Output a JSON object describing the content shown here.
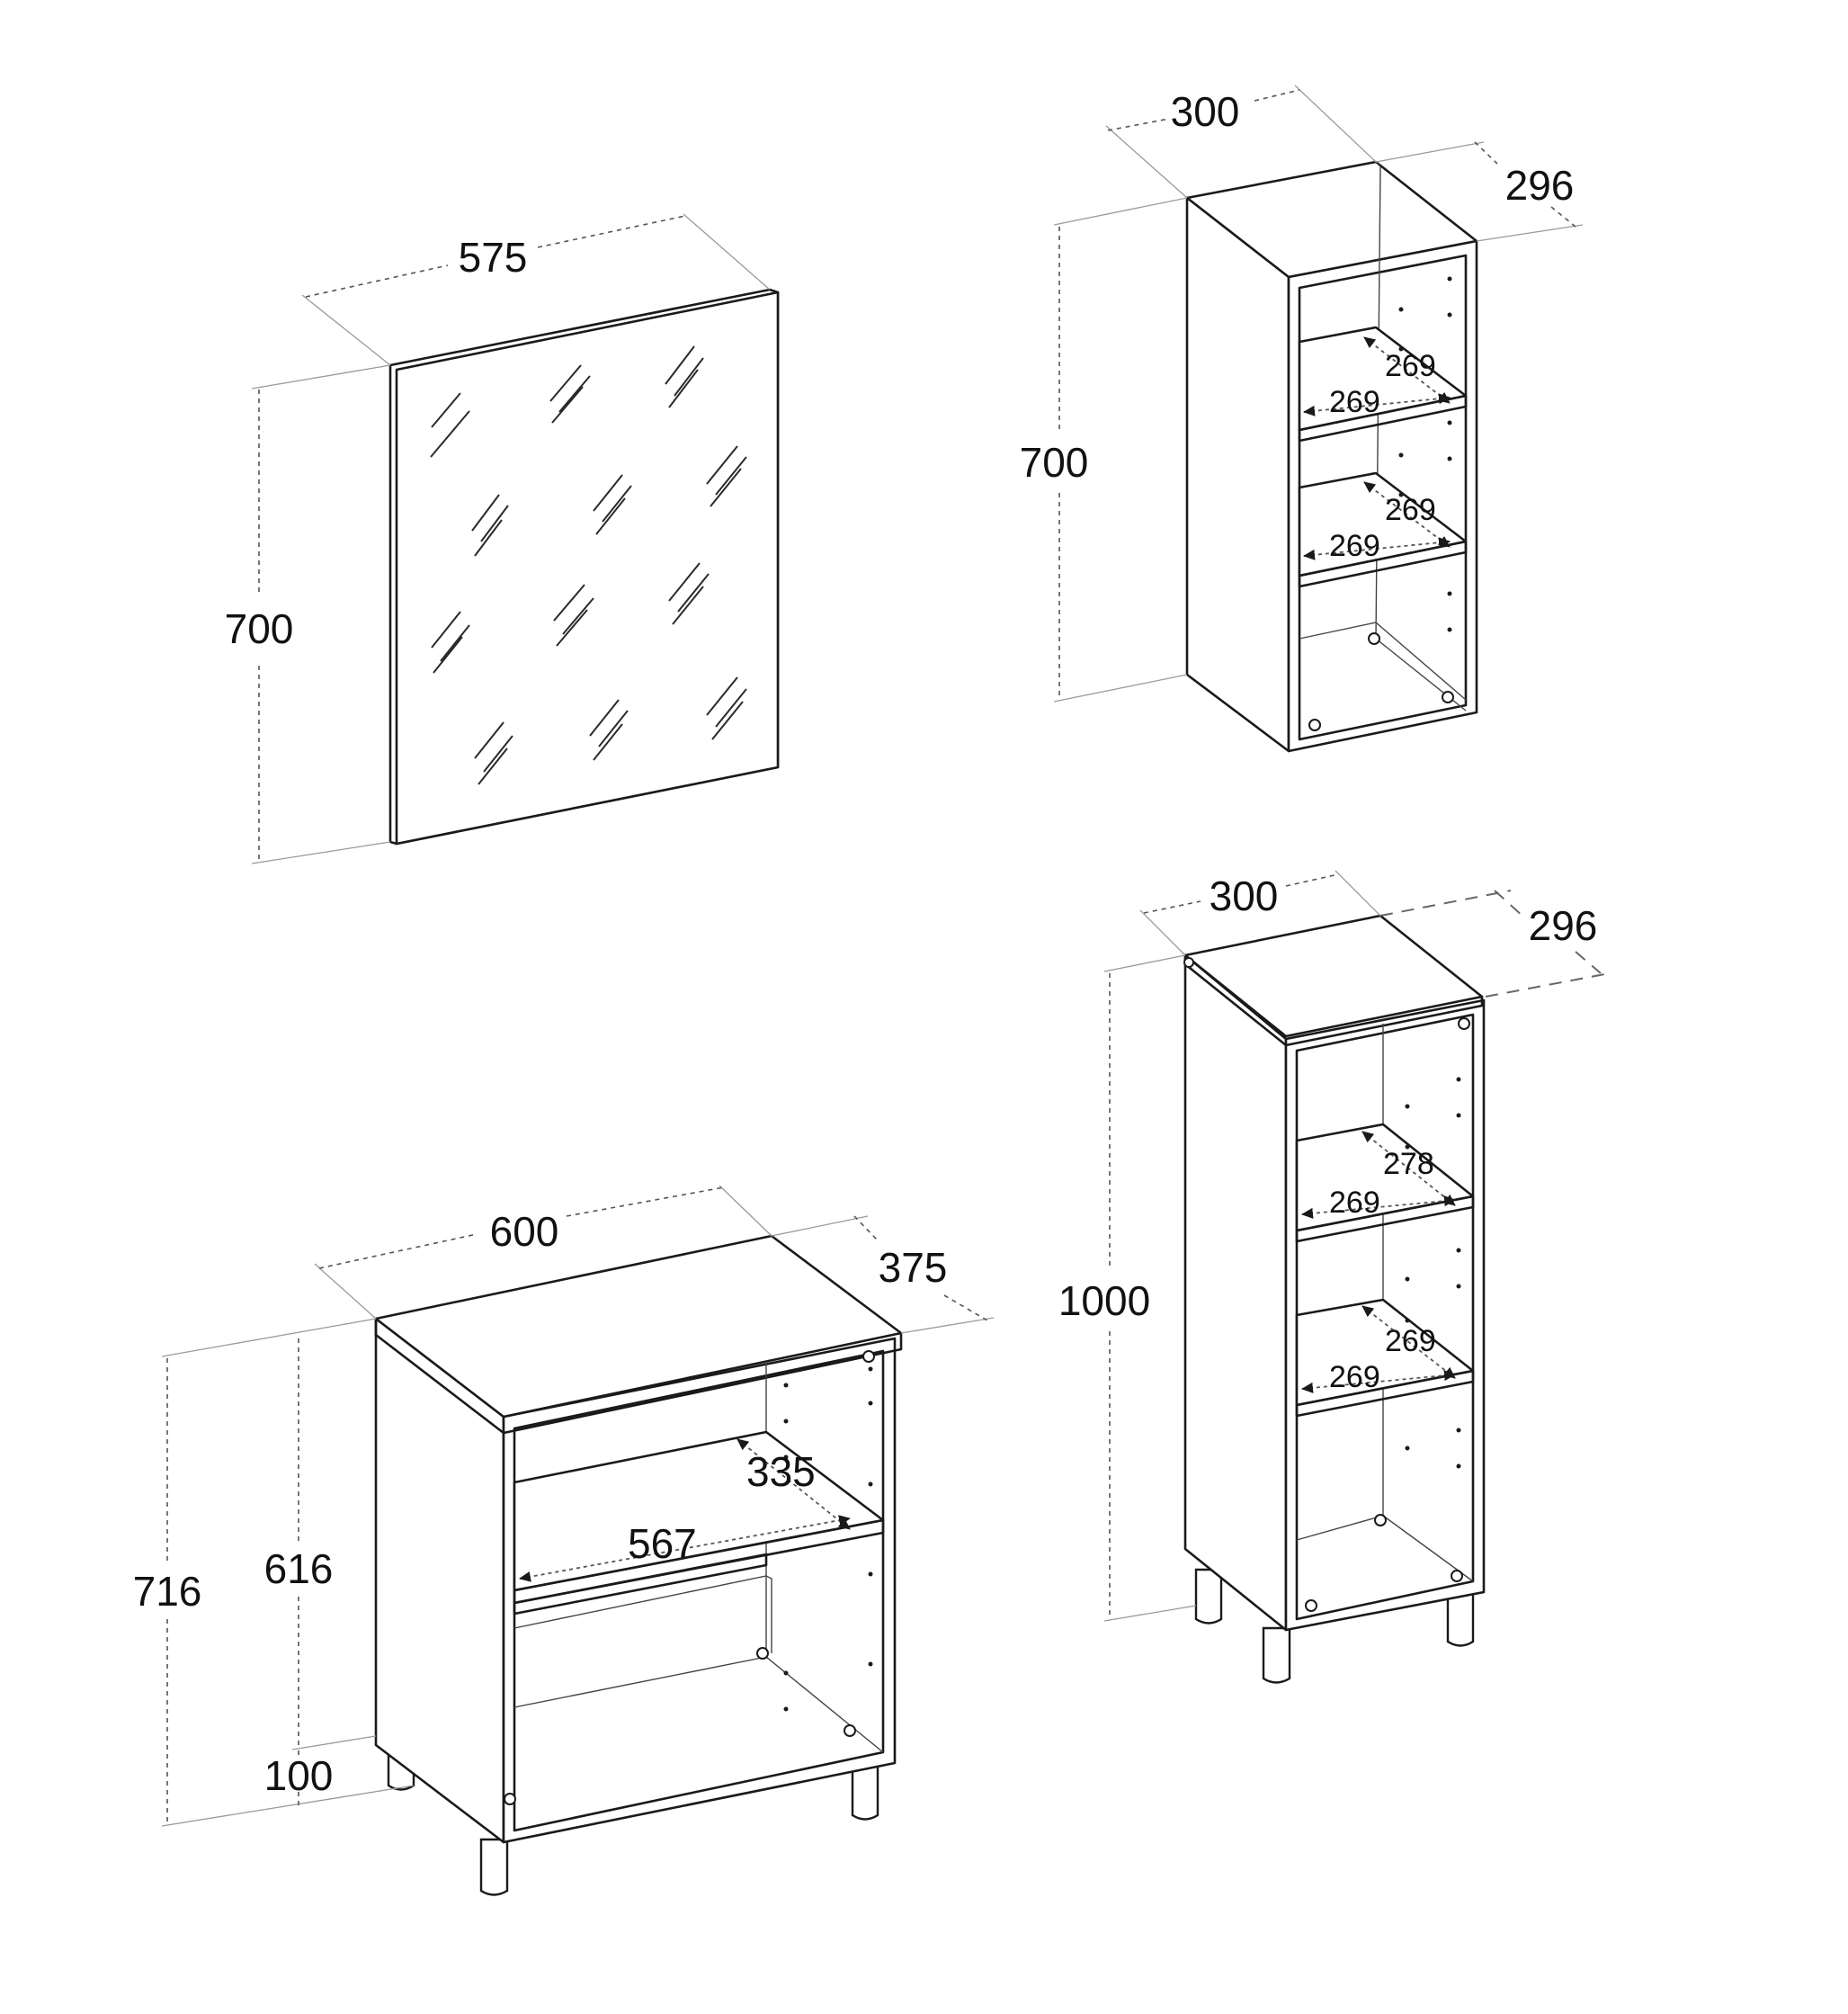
{
  "mirror": {
    "width": "575",
    "height": "700"
  },
  "wall_cabinet": {
    "width": "300",
    "depth": "296",
    "height": "700",
    "shelf1_depth": "269",
    "shelf1_width": "269",
    "shelf2_depth": "269",
    "shelf2_width": "269"
  },
  "base_cabinet": {
    "width": "600",
    "depth": "375",
    "total_height": "716",
    "body_height": "616",
    "leg_height": "100",
    "shelf_depth": "335",
    "shelf_width": "567"
  },
  "tall_cabinet": {
    "width": "300",
    "depth": "296",
    "height": "1000",
    "shelf1_depth": "278",
    "shelf1_width": "269",
    "shelf2_depth": "269",
    "shelf2_width": "269"
  },
  "colors": {
    "line": "#1a1a1a",
    "dimension": "#555555",
    "background": "#ffffff"
  }
}
